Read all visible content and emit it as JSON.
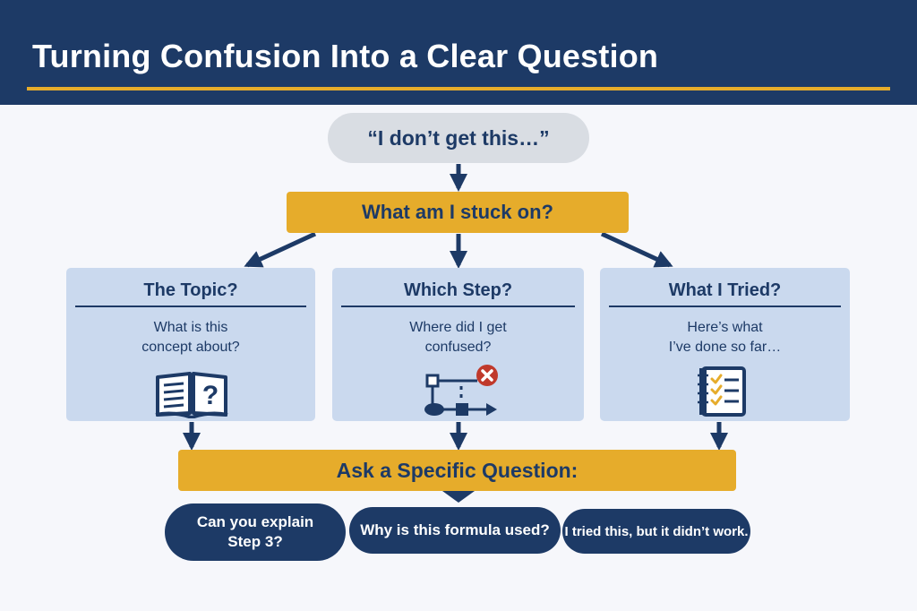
{
  "header": {
    "title": "Turning Confusion Into a Clear Question"
  },
  "start": {
    "text": "“I don’t get this…”"
  },
  "stuck": {
    "text": "What am I stuck on?"
  },
  "cards": [
    {
      "title": "The Topic?",
      "lines": [
        "What is this",
        "concept about?"
      ],
      "icon": "book-question-icon"
    },
    {
      "title": "Which Step?",
      "lines": [
        "Where did I get",
        "confused?"
      ],
      "icon": "flowchart-error-icon"
    },
    {
      "title": "What I Tried?",
      "lines": [
        "Here’s what",
        "I’ve done so far…"
      ],
      "icon": "checklist-notebook-icon"
    }
  ],
  "ask": {
    "text": "Ask a Specific Question:"
  },
  "questions": [
    {
      "lines": [
        "Can you explain",
        "Step 3?"
      ]
    },
    {
      "lines": [
        "Why is this formula used?"
      ]
    },
    {
      "lines": [
        "I tried this, but it didn’t work."
      ]
    }
  ],
  "colors": {
    "navy": "#1d3a66",
    "gold": "#e6ac2b",
    "card": "#cad9ee",
    "grey_pill": "#d9dde3",
    "error_red": "#c0392b",
    "background": "#f6f7fb"
  }
}
